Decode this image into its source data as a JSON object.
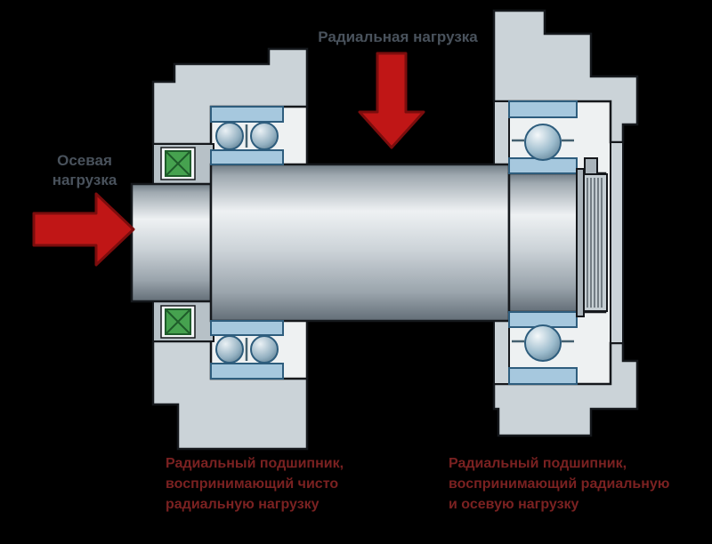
{
  "diagram": {
    "type": "bearing-arrangement-cross-section",
    "arrows": {
      "radial": {
        "label": "Радиальная нагрузка",
        "direction": "down"
      },
      "axial": {
        "label_line1": "Осевая",
        "label_line2": "нагрузка",
        "direction": "right"
      }
    },
    "captions": {
      "left": {
        "line1": "Радиальный подшипник,",
        "line2": "воспринимающий чисто",
        "line3": "радиальную нагрузку"
      },
      "right": {
        "line1": "Радиальный подшипник,",
        "line2": "воспринимающий радиальную",
        "line3": "и осевую нагрузку"
      }
    },
    "colors": {
      "background": "#000000",
      "arrow_red": "#c01616",
      "arrow_outline": "#7c0d0d",
      "housing": "#cbd3d8",
      "housing_shadow": "#b7c1c7",
      "cavity": "#eef1f2",
      "bearing_ring": "#a6c8de",
      "bearing_ring_outline": "#2e5d7d",
      "seal_green": "#46a24f",
      "seal_green_dark": "#1e5c2a",
      "outline": "#15181c",
      "label_color": "#49525c",
      "caption_color": "#7a2121"
    }
  }
}
